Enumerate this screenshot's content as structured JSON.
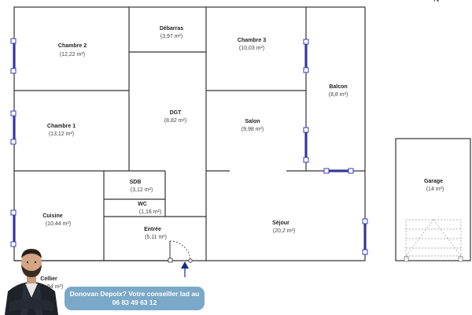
{
  "compass": {
    "north": "N"
  },
  "rooms": {
    "chambre2": {
      "name": "Chambre 2",
      "area": "(12,22 m²)"
    },
    "debarras": {
      "name": "Débarras",
      "area": "(3,97 m²)"
    },
    "chambre3": {
      "name": "Chambre 3",
      "area": "(10,03 m²)"
    },
    "balcon": {
      "name": "Balcon",
      "area": "(8,8 m²)"
    },
    "chambre1": {
      "name": "Chambre 1",
      "area": "(13,12 m²)"
    },
    "dgt": {
      "name": "DGT",
      "area": "(8,82 m²)"
    },
    "salon": {
      "name": "Salon",
      "area": "(9,98 m²)"
    },
    "sdb": {
      "name": "SDB",
      "area": "(3,12 m²)"
    },
    "wc": {
      "name": "WC",
      "area": "(1,16 m²)"
    },
    "cuisine": {
      "name": "Cuisine",
      "area": "(10,44 m²)"
    },
    "entree": {
      "name": "Entrée",
      "area": "(5,11 m²)"
    },
    "sejour": {
      "name": "Séjour",
      "area": "(20,2 m²)"
    },
    "garage": {
      "name": "Garage",
      "area": "(14 m²)"
    },
    "cellier": {
      "name": "Cellier",
      "area": "(...54 m²)"
    }
  },
  "agent": {
    "line1": "Donovan Depoix? Votre conseiller Iad au",
    "line2": "06 83 49 63 12"
  },
  "colors": {
    "wall": "#333333",
    "window": "#3a3ac0",
    "bubble": "#7aa8c8",
    "entry_arrow": "#1a2a8a"
  }
}
